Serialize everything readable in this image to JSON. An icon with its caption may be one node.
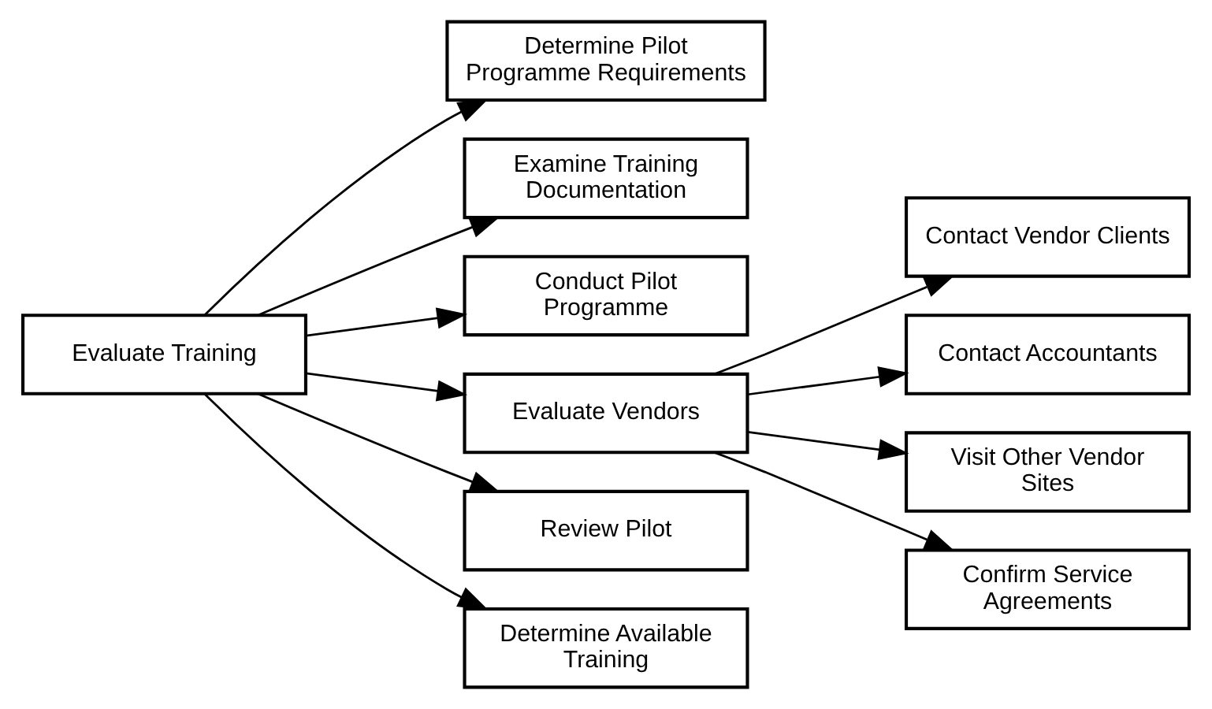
{
  "diagram": {
    "nodes": [
      {
        "text": [
          "Evaluate Training"
        ]
      },
      {
        "text": [
          "Determine Pilot Programme Requirements"
        ]
      },
      {
        "text": [
          "Examine Training Documentation"
        ]
      },
      {
        "text": [
          "Conduct Pilot Programme"
        ]
      },
      {
        "text": [
          "Evaluate Vendors"
        ]
      },
      {
        "text": [
          "Review Pilot"
        ]
      },
      {
        "text": [
          "Determine Available Training"
        ]
      },
      {
        "text": [
          "Contact Vendor Clients"
        ]
      },
      {
        "text": [
          "Contact Accountants"
        ]
      },
      {
        "text": [
          "Visit Other Vendor Sites"
        ]
      },
      {
        "text": [
          "Confirm Service Agreements"
        ]
      }
    ],
    "edges": [
      {
        "from": 0,
        "to": 1,
        "arrow": "to"
      },
      {
        "from": 0,
        "to": 2,
        "arrow": "to"
      },
      {
        "from": 0,
        "to": 3,
        "arrow": "to"
      },
      {
        "from": 0,
        "to": 4,
        "arrow": "to"
      },
      {
        "from": 0,
        "to": 5,
        "arrow": "to"
      },
      {
        "from": 0,
        "to": 6,
        "arrow": "to"
      },
      {
        "from": 4,
        "to": 7,
        "arrow": "to"
      },
      {
        "from": 4,
        "to": 8,
        "arrow": "to"
      },
      {
        "from": 4,
        "to": 9,
        "arrow": "to"
      },
      {
        "from": 4,
        "to": 10,
        "arrow": "to"
      }
    ]
  }
}
